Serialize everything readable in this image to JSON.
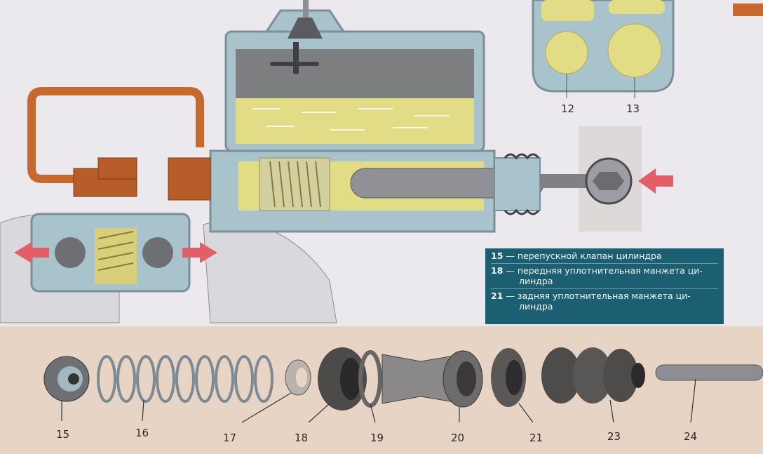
{
  "labels_top": [
    "12",
    "13"
  ],
  "labels_parts": [
    "15",
    "16",
    "17",
    "18",
    "19",
    "20",
    "21",
    "23",
    "24"
  ],
  "legend": [
    {
      "num": "15",
      "dash": "—",
      "text": "перепускной клапан цилиндра",
      "cont": ""
    },
    {
      "num": "18",
      "dash": "—",
      "text": "передняя уплотнительная манжета ци-",
      "cont": "линдра"
    },
    {
      "num": "21",
      "dash": "—",
      "text": "задняя уплотнительная манжета ци-",
      "cont": "линдра"
    }
  ],
  "colors": {
    "fluid": "#e3dc86",
    "metal": "#b8cdd6",
    "copper": "#c7682e",
    "arrow": "#e25f6a",
    "panel": "#1d5f72",
    "bottom_bg": "#e8d4c4",
    "top_bg": "#ece9ee"
  }
}
